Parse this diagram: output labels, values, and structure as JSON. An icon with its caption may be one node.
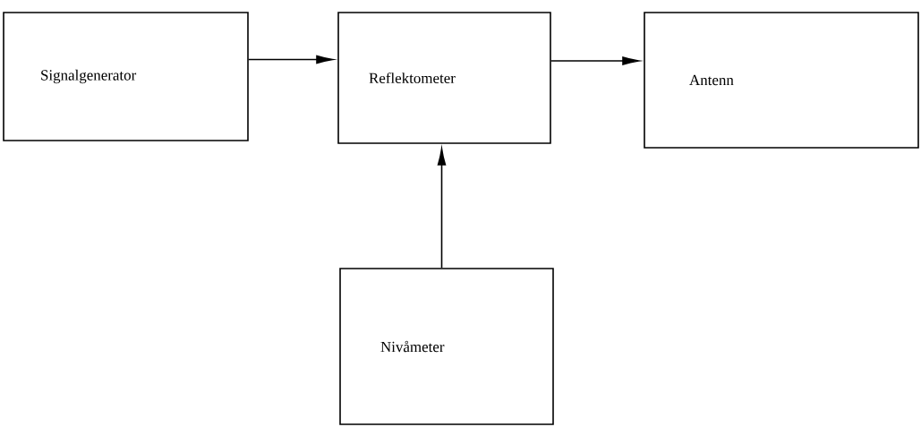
{
  "diagram": {
    "nodes": [
      {
        "text": [
          "Signalgenerator"
        ]
      },
      {
        "text": [
          "Reflektometer"
        ]
      },
      {
        "text": [
          "Antenn"
        ]
      },
      {
        "text": [
          "Nivåmeter"
        ]
      }
    ],
    "edges": [
      {
        "from": 0,
        "to": 1,
        "arrow": "to"
      },
      {
        "from": 1,
        "to": 2,
        "arrow": "to"
      },
      {
        "from": 3,
        "to": 1,
        "arrow": "to"
      }
    ]
  }
}
